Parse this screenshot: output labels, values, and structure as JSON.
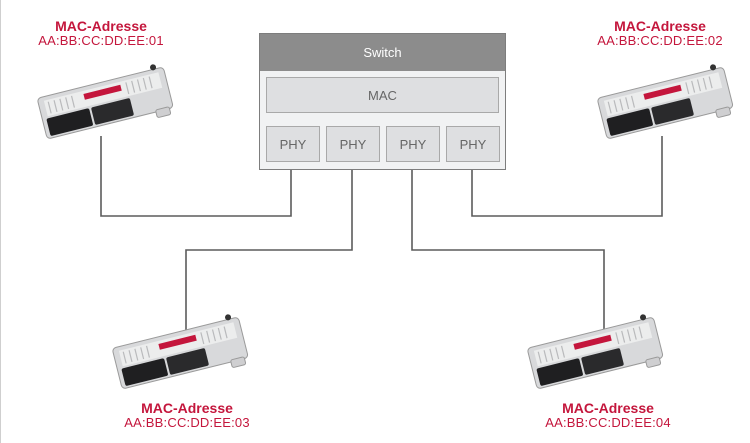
{
  "colors": {
    "accent": "#c4163c",
    "line": "#5b5b5b",
    "switch_header": "#8c8c8c"
  },
  "switch": {
    "title": "Switch",
    "mac_label": "MAC",
    "phy_labels": [
      "PHY",
      "PHY",
      "PHY",
      "PHY"
    ]
  },
  "devices": [
    {
      "title": "MAC-Adresse",
      "address": "AA:BB:CC:DD:EE:01"
    },
    {
      "title": "MAC-Adresse",
      "address": "AA:BB:CC:DD:EE:02"
    },
    {
      "title": "MAC-Adresse",
      "address": "AA:BB:CC:DD:EE:03"
    },
    {
      "title": "MAC-Adresse",
      "address": "AA:BB:CC:DD:EE:04"
    }
  ]
}
